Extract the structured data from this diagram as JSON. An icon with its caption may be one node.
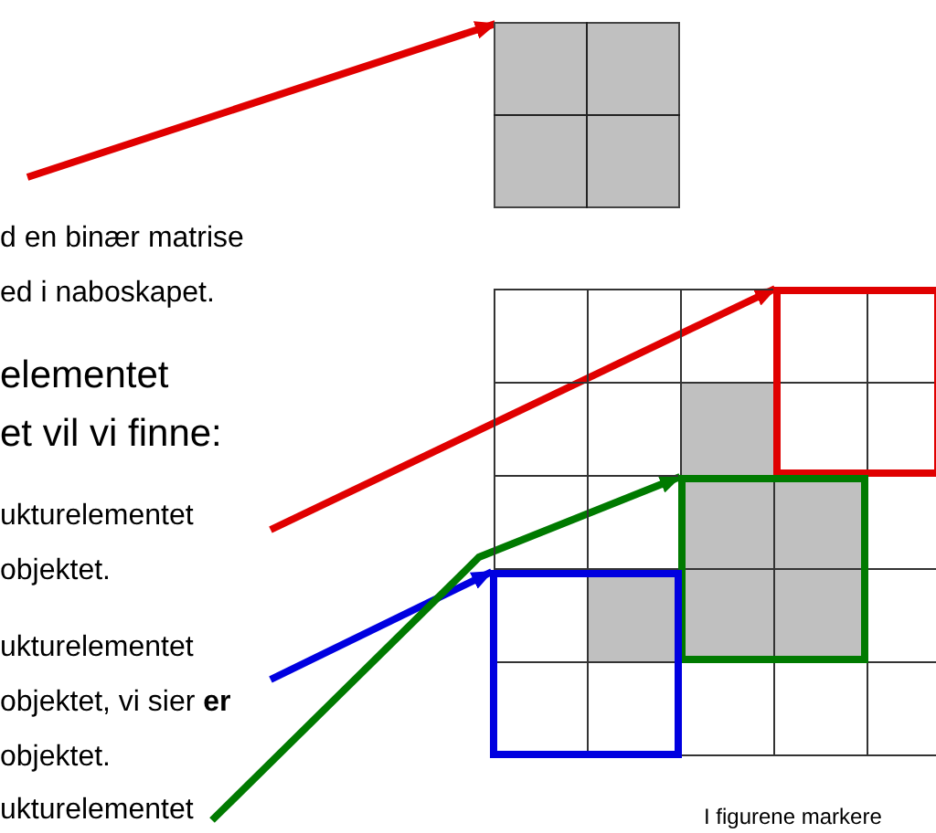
{
  "diagram": {
    "caption": "I figurene markere",
    "nodes": [
      {
        "text": [],
        "shape": "box"
      },
      {
        "text": [
          "ukturelementet objektet."
        ]
      },
      {
        "text": [
          "ukturelementet objektet, vi sier **er** objektet."
        ]
      },
      {
        "text": [
          "ukturelementet"
        ]
      },
      {
        "text": [],
        "shape": "box"
      },
      {
        "text": [],
        "shape": "box"
      },
      {
        "text": [],
        "shape": "box"
      }
    ],
    "edges": [
      {
        "from": null,
        "to": 0,
        "arrow": "to",
        "color": "#e00000"
      },
      {
        "from": 1,
        "to": 4,
        "arrow": "to",
        "color": "#e00000"
      },
      {
        "from": 2,
        "to": 6,
        "arrow": "to",
        "color": "#0000e0"
      },
      {
        "from": 3,
        "to": 5,
        "arrow": "to",
        "color": "#007a00"
      }
    ],
    "labels": [
      "d en binær matrise",
      "ed i naboskapet.",
      "elementet",
      "et vil vi finne:"
    ]
  }
}
